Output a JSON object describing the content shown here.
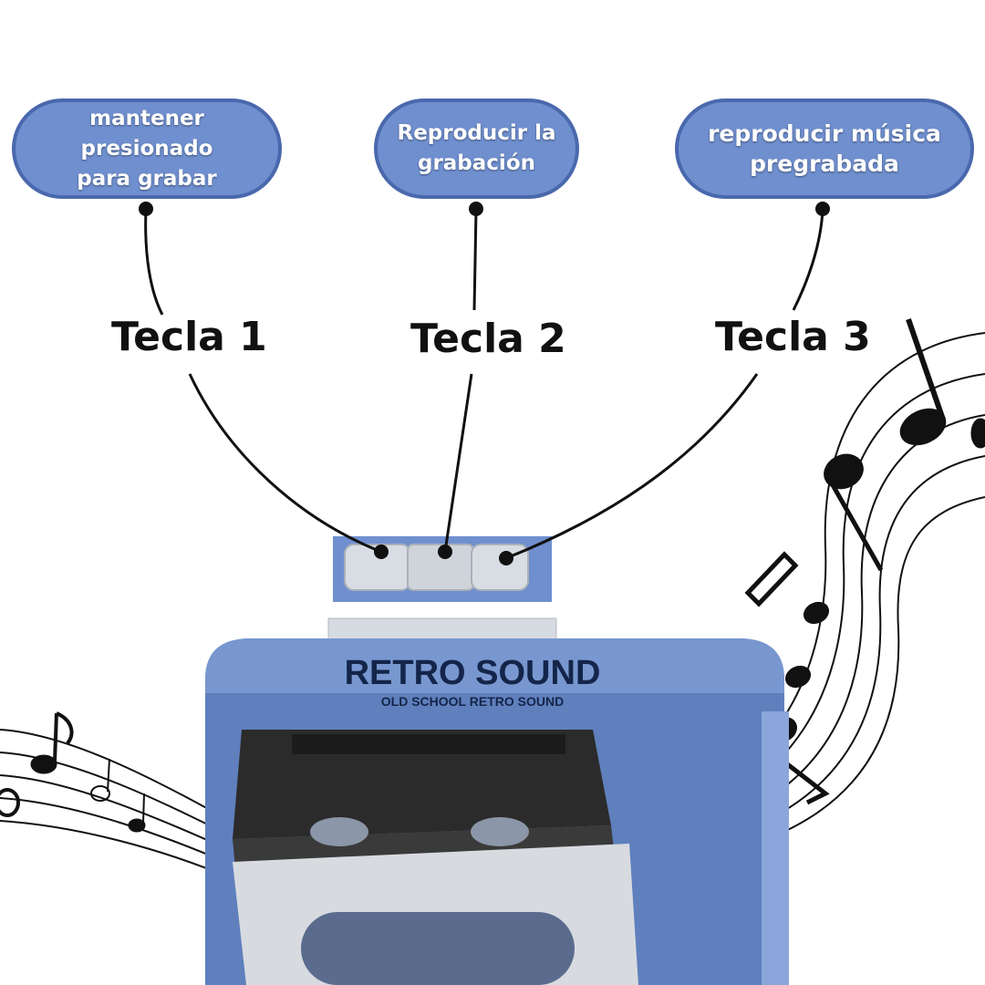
{
  "callouts": [
    {
      "line1": "mantener presionado",
      "line2": "para grabar"
    },
    {
      "line1": "Reproducir la",
      "line2": "grabación"
    },
    {
      "line1": "reproducir música",
      "line2": "pregrabada"
    }
  ],
  "keys": [
    {
      "label": "Tecla 1"
    },
    {
      "label": "Tecla 2"
    },
    {
      "label": "Tecla 3"
    }
  ],
  "device": {
    "brand": "RETRO SOUND",
    "tagline": "OLD SCHOOL RETRO SOUND"
  },
  "colors": {
    "bubble_fill": "#6f8fcf",
    "bubble_border": "#4a68ad",
    "device_body": "#5f80bd",
    "cassette": "#2b2b2b"
  },
  "icons": [
    "music-notes-icon",
    "cassette-icon"
  ]
}
